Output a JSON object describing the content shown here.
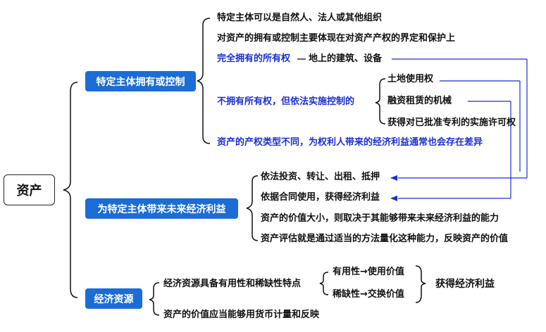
{
  "root": "资产",
  "branch1": {
    "label": "特定主体拥有或控制",
    "items": [
      "特定主体可以是自然人、法人或其他组织",
      "对资产的拥有或控制主要体现在对资产产权的界定和保护上"
    ],
    "full_ownership": "完全拥有的所有权",
    "full_ownership_example": "地上的建筑、设备",
    "no_ownership": "不拥有所有权，但依法实施控制的",
    "no_ownership_items": [
      "土地使用权",
      "融资租赁的机械",
      "获得对已批准专利的实施许可权"
    ],
    "note": "资产的产权类型不同，为权利人带来的经济利益通常也会存在差异"
  },
  "branch2": {
    "label": "为特定主体带来未来经济利益",
    "items": [
      "依法投资、转让、出租、抵押",
      "依据合同使用，获得经济利益",
      "资产的价值大小，则取决于其能够带来未来经济利益的能力",
      "资产评估就是通过适当的方法量化这种能力，反映资产的价值"
    ]
  },
  "branch3": {
    "label": "经济资源",
    "items": [
      "经济资源具备有用性和稀缺性特点",
      "资产的价值应当能够用货币计量和反映"
    ],
    "traits": [
      "有用性→使用价值",
      "稀缺性→交换价值"
    ],
    "result": "获得经济利益"
  },
  "colors": {
    "box": "#1c6cd6",
    "highlight": "#1a2fd6",
    "line": "#1a2fd6"
  }
}
